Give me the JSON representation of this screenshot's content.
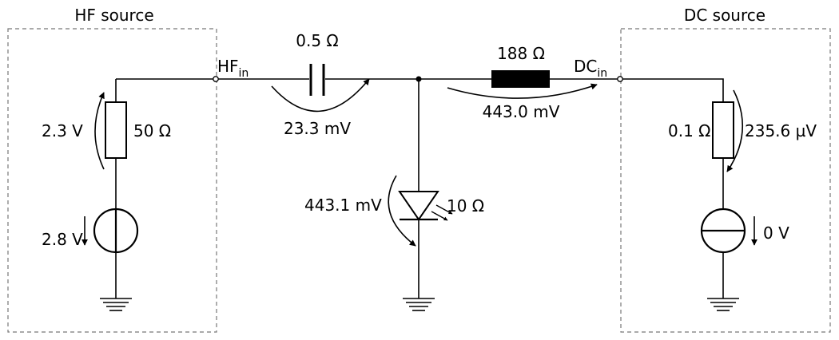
{
  "boxes": {
    "hf_title": "HF source",
    "dc_title": "DC source"
  },
  "nodes": {
    "hf_in": {
      "main": "HF",
      "sub": "in"
    },
    "dc_in": {
      "main": "DC",
      "sub": "in"
    }
  },
  "hf_source": {
    "resistor_value": "50 Ω",
    "resistor_voltage": "2.3 V",
    "source_voltage": "2.8 V"
  },
  "capacitor": {
    "value": "0.5 Ω",
    "voltage": "23.3 mV"
  },
  "inductor": {
    "value": "188 Ω",
    "voltage": "443.0 mV"
  },
  "diode": {
    "value": "10 Ω",
    "voltage": "443.1 mV"
  },
  "dc_source": {
    "resistor_value": "0.1 Ω",
    "resistor_voltage": "235.6 µV",
    "source_voltage": "0 V"
  },
  "colors": {
    "wire": "#000000",
    "box_border": "#777777",
    "background": "#ffffff"
  }
}
